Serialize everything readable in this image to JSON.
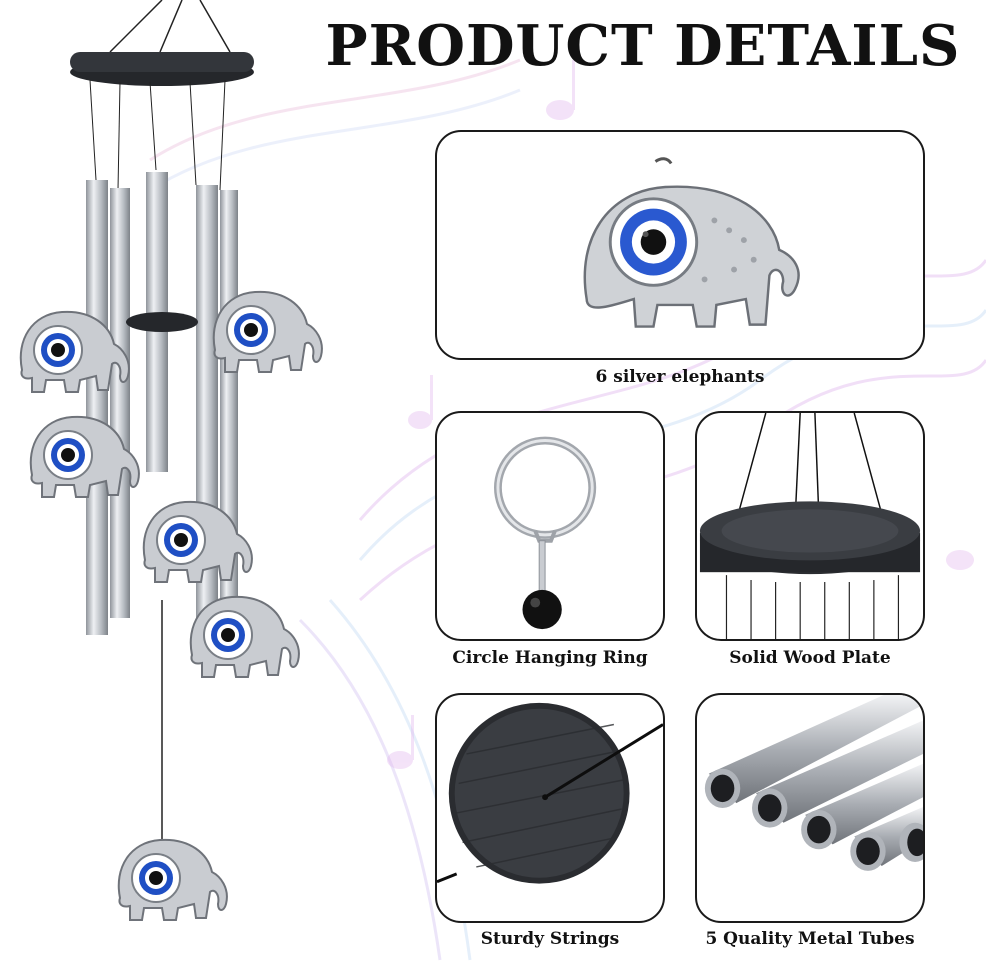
{
  "page_title": "PRODUCT DETAILS",
  "product_image_icon": "elephant-wind-chime",
  "features": [
    {
      "icon": "silver-elephant-evil-eye-icon",
      "caption": "6 silver elephants"
    },
    {
      "icon": "circle-hanging-ring-icon",
      "caption": "Circle Hanging Ring"
    },
    {
      "icon": "solid-wood-plate-icon",
      "caption": "Solid Wood Plate"
    },
    {
      "icon": "sturdy-strings-icon",
      "caption": "Sturdy Strings"
    },
    {
      "icon": "metal-tubes-icon",
      "caption": "5 Quality Metal Tubes"
    }
  ],
  "colors": {
    "eye_blue": "#1f4fc4",
    "wood_dark": "#2b2d31",
    "silver": "#c9ccd1",
    "frame_border": "#1a1a1a"
  }
}
